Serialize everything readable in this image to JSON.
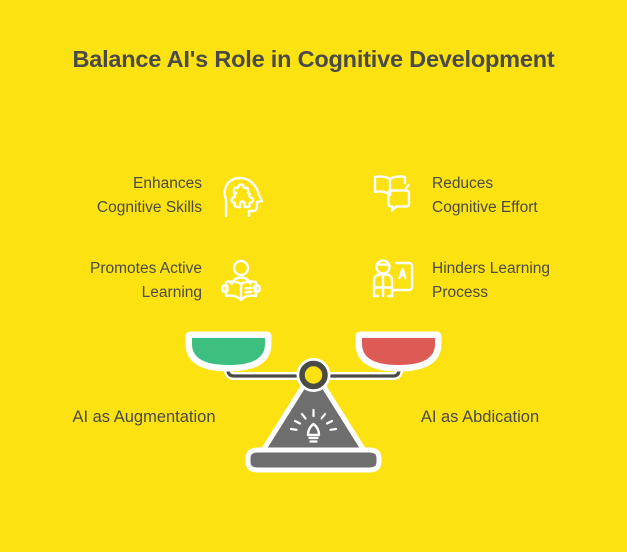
{
  "page": {
    "background_color": "#FCE211",
    "text_color": "#4A4A46"
  },
  "header": {
    "title": "Balance AI's Role in Cognitive Development"
  },
  "features": {
    "left": [
      {
        "label": "Enhances\nCognitive Skills",
        "icon": "head-puzzle-icon",
        "icon_color": "#FFFFFF"
      },
      {
        "label": "Promotes Active\nLearning",
        "icon": "person-reading-book-icon",
        "icon_color": "#FFFFFF"
      }
    ],
    "right": [
      {
        "label": "Reduces\nCognitive Effort",
        "icon": "book-chat-bubble-icon",
        "icon_color": "#FFFFFF"
      },
      {
        "label": "Hinders Learning\nProcess",
        "icon": "person-screen-letter-a-icon",
        "icon_color": "#FFFFFF"
      }
    ]
  },
  "scale": {
    "left_pan_color": "#3CBF80",
    "right_pan_color": "#DD5A55",
    "body_color": "#6E6E6E",
    "outline_color": "#FFFFFF",
    "bulb_icon": "lightbulb-icon",
    "pivot_icon": "pivot-ring-icon"
  },
  "captions": {
    "left": "AI as Augmentation",
    "right": "AI as Abdication"
  }
}
